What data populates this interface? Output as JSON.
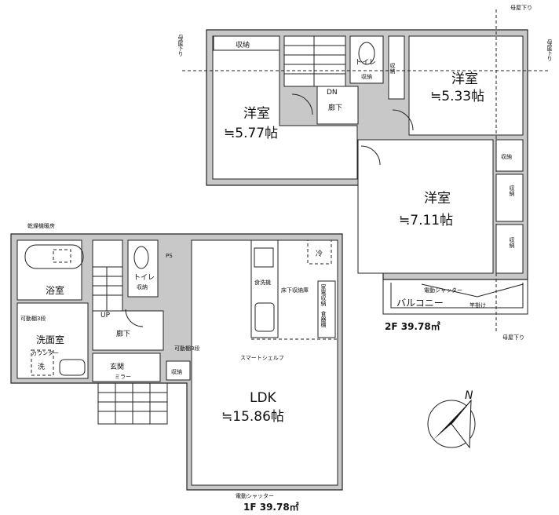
{
  "floor2": {
    "area_label": "2F 39.78㎡",
    "rooms": [
      {
        "name": "洋室",
        "size": "≒5.77帖"
      },
      {
        "name": "洋室",
        "size": "≒5.33帖"
      },
      {
        "name": "洋室",
        "size": "≒7.11帖"
      }
    ],
    "storage_top": "収納",
    "toilet": "トイレ",
    "toilet_storage": "収納",
    "storage_mid": "収納",
    "storage_right_1": "収納",
    "storage_right_2": "収納",
    "storage_right_3": "収納",
    "stairs_down": "DN",
    "hallway": "廊下",
    "balcony": "バルコニー",
    "shutter": "電動シャッター",
    "pole_hanger": "竿掛け",
    "roof_slope_top_left": "母屋下り",
    "roof_slope_top_right_top": "母屋下り",
    "roof_slope_top_right": "母屋下り",
    "roof_slope_bottom": "母屋下り"
  },
  "floor1": {
    "area_label": "1F 39.78㎡",
    "ldk": {
      "name": "LDK",
      "size": "≒15.86帖"
    },
    "dryer": "乾燥機暖房",
    "bathroom": "浴室",
    "washroom": "洗面室",
    "shelf_wash": "可動棚3段",
    "counter": "カウンター",
    "washer": "洗",
    "stairs_up": "UP",
    "toilet": "トイレ",
    "toilet_storage": "収納",
    "ps": "PS",
    "hallway": "廊下",
    "entrance": "玄関",
    "mirror": "ミラー",
    "shelf_entrance": "可動棚3段",
    "entrance_storage": "収納",
    "dishwasher": "食洗機",
    "underfloor": "床下収納庫",
    "fridge": "冷",
    "appliance_storage": "家電収納",
    "cupboard": "食器棚",
    "smart_shelf": "スマートシェルフ",
    "shutter": "電動シャッター"
  },
  "compass": {
    "label": "N"
  }
}
